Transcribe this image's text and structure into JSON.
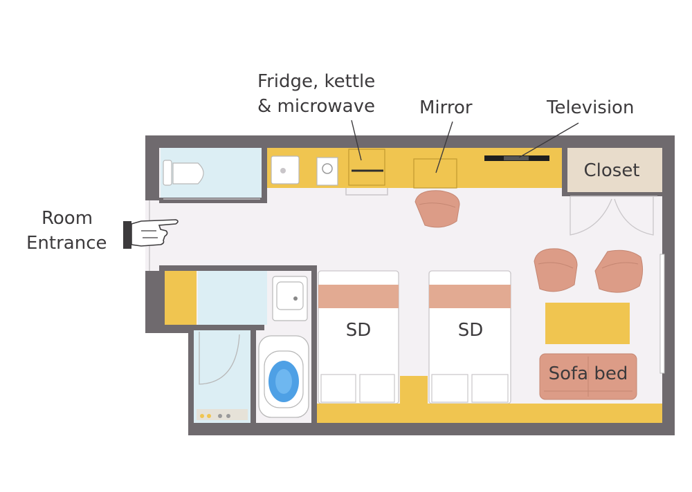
{
  "callouts": {
    "fridge": "Fridge, kettle",
    "microwave": "& microwave",
    "mirror": "Mirror",
    "television": "Television",
    "room": "Room",
    "entrance": "Entrance"
  },
  "rooms": {
    "closet": "Closet",
    "bed_left": "SD",
    "bed_right": "SD",
    "sofa_bed": "Sofa bed"
  },
  "colors": {
    "wall": "#6f6a6e",
    "floor": "#f4f1f4",
    "counter": "#f0c550",
    "bath_tile": "#dceef4",
    "bed_band": "#e2aa92",
    "chair": "#dc9c87",
    "sofa": "#dc9c87",
    "closet": "#e8dccb",
    "tub_water": "#2f8fe0"
  }
}
